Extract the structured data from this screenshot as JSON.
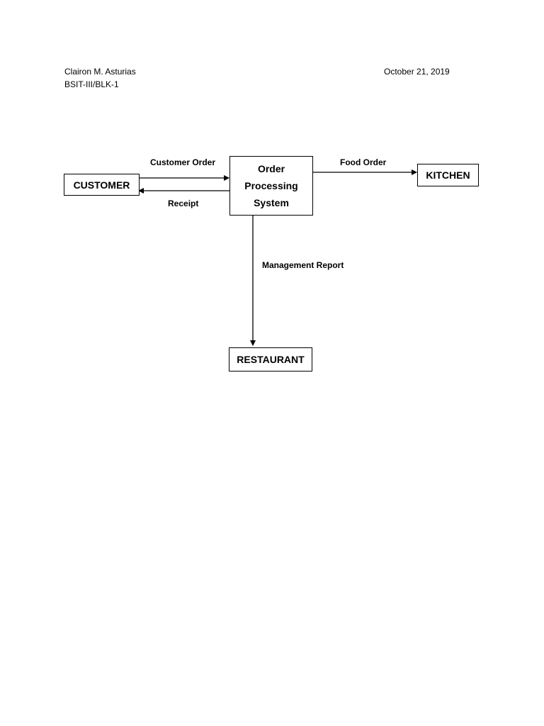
{
  "header": {
    "author": "Clairon M. Asturias",
    "section": "BSIT-III/BLK-1",
    "date": "October 21, 2019"
  },
  "diagram": {
    "nodes": {
      "customer": "CUSTOMER",
      "process_line1": "Order",
      "process_line2": "Processing",
      "process_line3": "System",
      "kitchen": "KITCHEN",
      "restaurant": "RESTAURANT"
    },
    "flows": {
      "customer_order": "Customer Order",
      "receipt": "Receipt",
      "food_order": "Food Order",
      "management_report": "Management Report"
    }
  }
}
